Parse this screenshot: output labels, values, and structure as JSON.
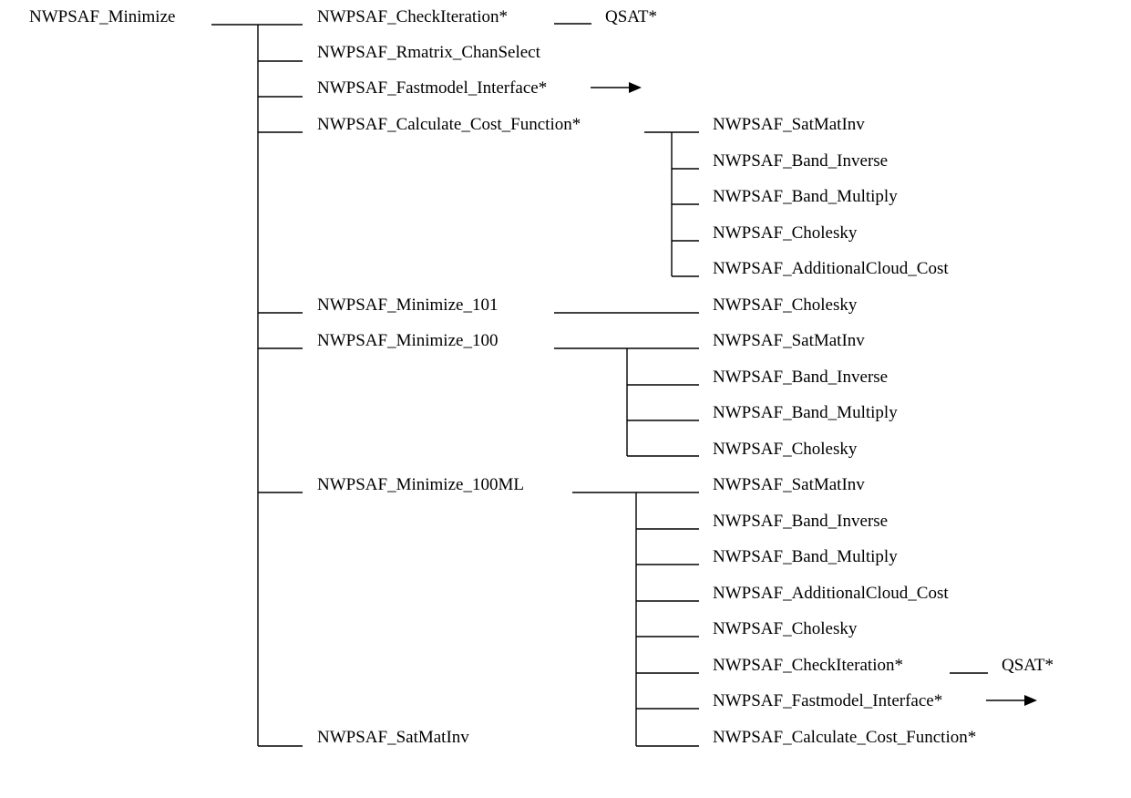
{
  "root": "NWPSAF_Minimize",
  "checkiteration": "NWPSAF_CheckIteration*",
  "qsat": "QSAT*",
  "rmatrix": "NWPSAF_Rmatrix_ChanSelect",
  "fastmodel": "NWPSAF_Fastmodel_Interface*",
  "costfn": "NWPSAF_Calculate_Cost_Function*",
  "min101": "NWPSAF_Minimize_101",
  "min100": "NWPSAF_Minimize_100",
  "min100ml": "NWPSAF_Minimize_100ML",
  "satmatinv": "NWPSAF_SatMatInv",
  "bandinv": "NWPSAF_Band_Inverse",
  "bandmul": "NWPSAF_Band_Multiply",
  "cholesky": "NWPSAF_Cholesky",
  "addcloud": "NWPSAF_AdditionalCloud_Cost"
}
